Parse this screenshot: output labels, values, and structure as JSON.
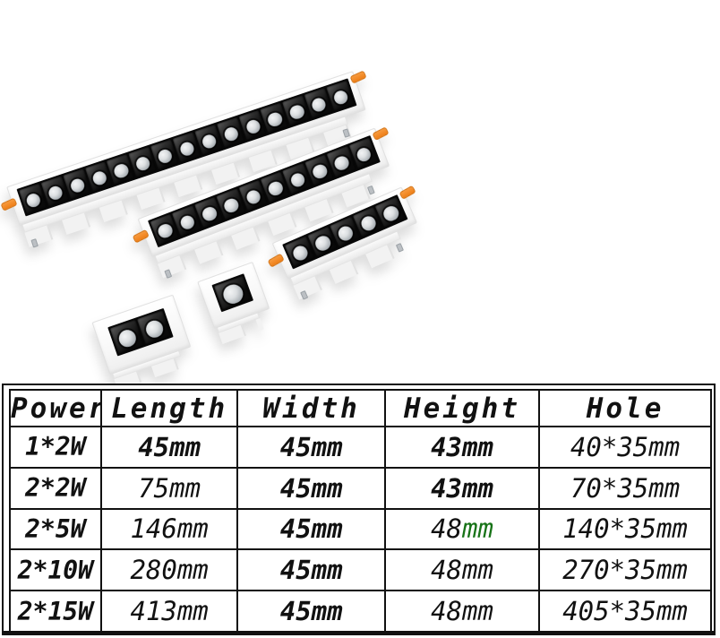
{
  "page": {
    "background": "#ffffff"
  },
  "product_gallery": {
    "description": "Recessed linear LED spotlight family shown in five sizes, angled product photos",
    "lights": [
      {
        "id": "linear-15",
        "led_cells": 15,
        "power": "2*15W"
      },
      {
        "id": "linear-10",
        "led_cells": 10,
        "power": "2*10W"
      },
      {
        "id": "linear-5",
        "led_cells": 5,
        "power": "2*5W"
      },
      {
        "id": "mini-2",
        "led_cells": 2,
        "power": "2*2W"
      },
      {
        "id": "mini-1",
        "led_cells": 1,
        "power": "1*2W"
      }
    ],
    "colors": {
      "housing_white": "#f8f8f8",
      "reflector_black": "#0a0a0a",
      "lens_gray": "#c7cccf",
      "spring_clip_orange": "#f0882a"
    }
  },
  "spec_table": {
    "columns": [
      "Power",
      "Length",
      "Width",
      "Height",
      "Hole"
    ],
    "rows": [
      [
        {
          "text": "1*2W",
          "bold": true
        },
        {
          "text": "45mm",
          "bold": true
        },
        {
          "text": "45mm",
          "bold": true
        },
        {
          "text": "43mm",
          "bold": true
        },
        {
          "text": "40*35mm",
          "bold": false
        }
      ],
      [
        {
          "text": "2*2W",
          "bold": true
        },
        {
          "text": "75mm",
          "bold": false
        },
        {
          "text": "45mm",
          "bold": true
        },
        {
          "text": "43mm",
          "bold": true
        },
        {
          "text": "70*35mm",
          "bold": false
        }
      ],
      [
        {
          "text": "2*5W",
          "bold": true
        },
        {
          "text": "146mm",
          "bold": false
        },
        {
          "text": "45mm",
          "bold": true
        },
        {
          "text": "48mm",
          "bold": false,
          "green_suffix": "mm"
        },
        {
          "text": "140*35mm",
          "bold": false
        }
      ],
      [
        {
          "text": "2*10W",
          "bold": true
        },
        {
          "text": "280mm",
          "bold": false
        },
        {
          "text": "45mm",
          "bold": true
        },
        {
          "text": "48mm",
          "bold": false
        },
        {
          "text": "270*35mm",
          "bold": false
        }
      ],
      [
        {
          "text": "2*15W",
          "bold": true
        },
        {
          "text": "413mm",
          "bold": false
        },
        {
          "text": "45mm",
          "bold": true
        },
        {
          "text": "48mm",
          "bold": false
        },
        {
          "text": "405*35mm",
          "bold": false
        }
      ]
    ],
    "colors": {
      "border": "#111111",
      "text": "#111111",
      "green_accent": "#177317"
    }
  }
}
